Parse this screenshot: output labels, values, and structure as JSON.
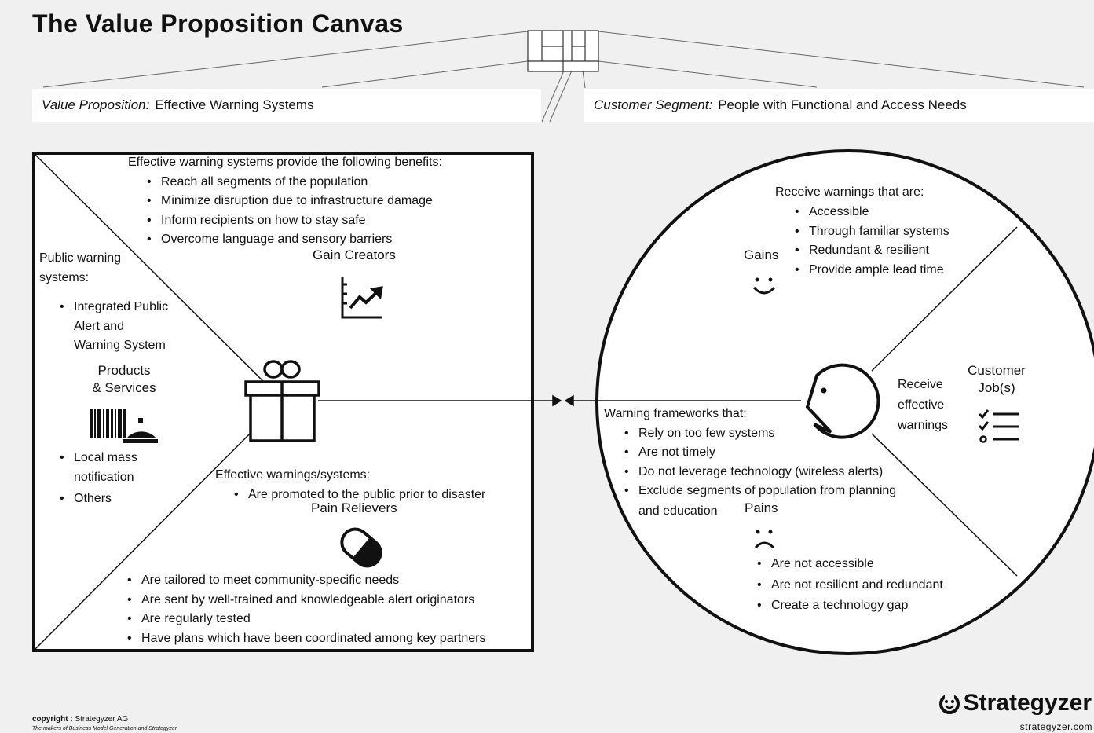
{
  "title": "The Value Proposition Canvas",
  "value_prop": {
    "label": "Value Proposition:",
    "value": "Effective Warning Systems"
  },
  "customer_segment": {
    "label": "Customer Segment:",
    "value": "People with Functional and Access Needs"
  },
  "gain_creators": {
    "intro": "Effective warning systems provide the following benefits:",
    "items": [
      "Reach all segments of the population",
      "Minimize disruption due to infrastructure damage",
      "Inform recipients on how to stay safe",
      "Overcome language and sensory barriers"
    ],
    "heading": "Gain Creators"
  },
  "products": {
    "intro_line1": "Public warning",
    "intro_line2": "systems:",
    "item1": [
      "Integrated Public",
      "Alert and",
      "Warning System"
    ],
    "heading_line1": "Products",
    "heading_line2": "& Services",
    "item2": [
      "Local mass",
      "notification"
    ],
    "item3": "Others"
  },
  "pain_relievers": {
    "intro": "Effective warnings/systems:",
    "intro_item": "Are promoted to the public prior to disaster",
    "heading": "Pain Relievers",
    "items": [
      "Are tailored to meet community-specific needs",
      "Are sent by well-trained and knowledgeable alert originators",
      "Are regularly tested",
      "Have plans which have been coordinated among key partners"
    ]
  },
  "gains": {
    "intro": "Receive warnings that are:",
    "items": [
      "Accessible",
      "Through familiar systems",
      "Redundant & resilient",
      "Provide ample lead time"
    ],
    "heading": "Gains"
  },
  "customer_jobs": {
    "heading_line1": "Customer",
    "heading_line2": "Job(s)",
    "text": [
      "Receive",
      "effective",
      "warnings"
    ]
  },
  "pains": {
    "intro": "Warning frameworks that:",
    "items": [
      "Rely on too few systems",
      "Are not timely",
      "Do not leverage technology (wireless alerts)",
      "Exclude segments of population from planning"
    ],
    "item_cont": "and education",
    "heading": "Pains",
    "items2": [
      "Are not accessible",
      "Are not resilient and redundant",
      "Create a technology gap"
    ]
  },
  "footer": {
    "copyright_label": "copyright :",
    "copyright_owner": "Strategyzer AG",
    "tagline": "The makers of Business Model Generation and Strategyzer",
    "brand": "Strategyzer",
    "url": "strategyzer.com"
  }
}
